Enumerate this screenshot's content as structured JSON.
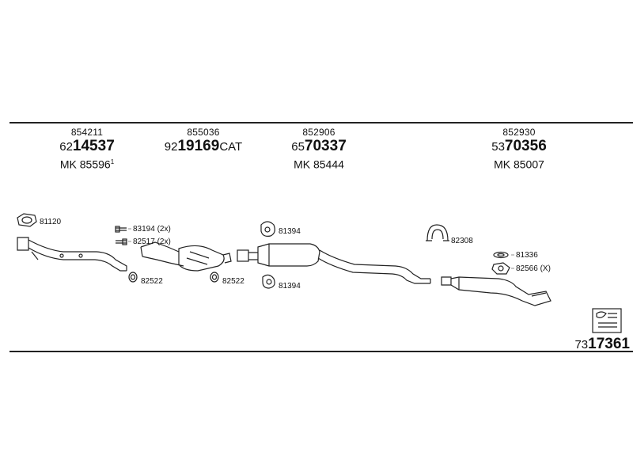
{
  "groups": [
    {
      "small": "854211",
      "prefix": "62",
      "main": "14537",
      "suffix": "",
      "mk": "MK  85596",
      "mk_mark": "1"
    },
    {
      "small": "855036",
      "prefix": "92",
      "main": "19169",
      "suffix": "CAT",
      "mk": "",
      "mk_mark": ""
    },
    {
      "small": "852906",
      "prefix": "65",
      "main": "70337",
      "suffix": "",
      "mk": "MK  85444",
      "mk_mark": ""
    },
    {
      "small": "852930",
      "prefix": "53",
      "main": "70356",
      "suffix": "",
      "mk": "MK  85007",
      "mk_mark": ""
    }
  ],
  "parts": {
    "p81120": "81120",
    "p83194": "83194 (2x)",
    "p82517": "82517 (2x)",
    "p82522a": "82522",
    "p82522b": "82522",
    "p81394a": "81394",
    "p81394b": "81394",
    "p82308": "82308",
    "p81336": "81336",
    "p82566": "82566 (X)"
  },
  "reference": {
    "prefix": "73",
    "main": "17361"
  },
  "icons": {
    "book": "manual-book-icon"
  }
}
